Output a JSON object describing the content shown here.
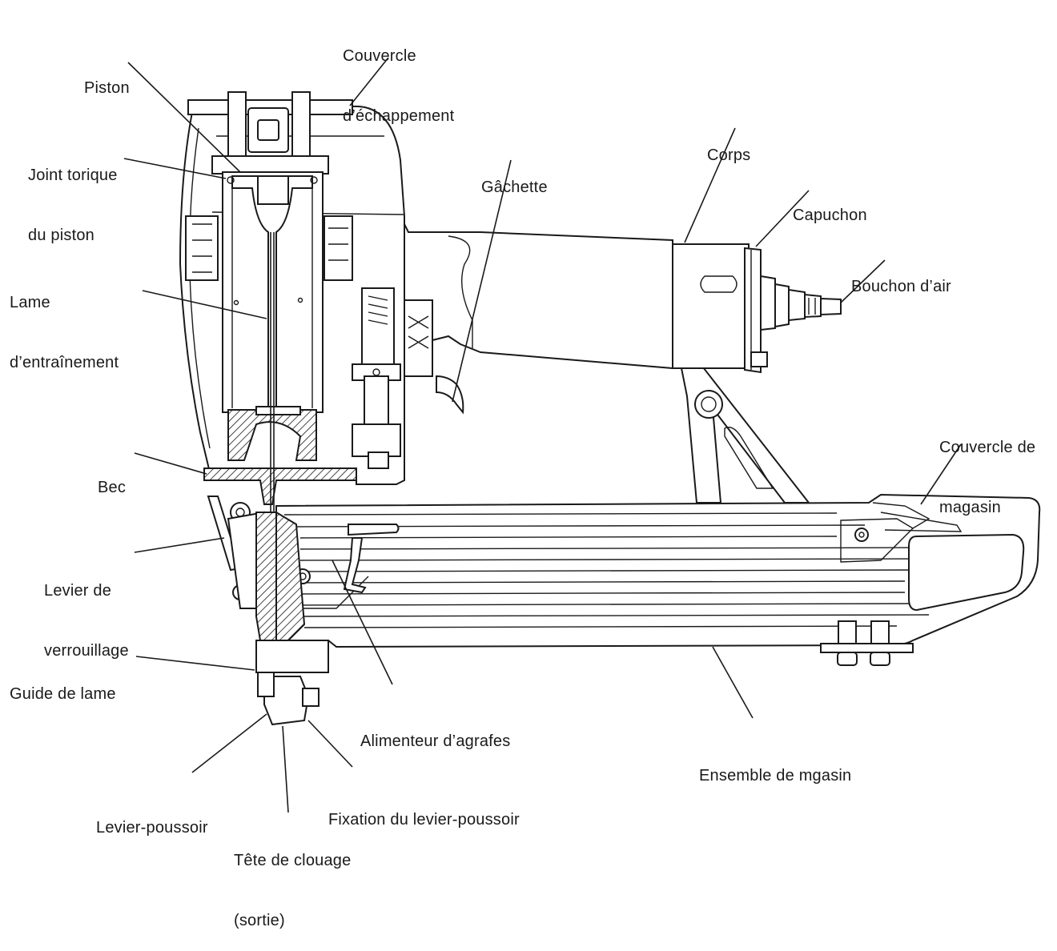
{
  "labels": {
    "couvercle_echappement": [
      "Couvercle",
      "d’échappement"
    ],
    "piston": [
      "Piston"
    ],
    "joint_torique": [
      "Joint torique",
      "du piston"
    ],
    "lame_entrainement": [
      "Lame",
      "d’entraînement"
    ],
    "bec": [
      "Bec"
    ],
    "levier_verrouillage": [
      "Levier de",
      "verrouillage"
    ],
    "guide_lame": [
      "Guide de lame"
    ],
    "levier_poussoir": [
      "Levier-poussoir"
    ],
    "tete_clouage": [
      "Tête de clouage",
      "(sortie)"
    ],
    "fixation_levier": [
      "Fixation du levier-poussoir"
    ],
    "alimenteur": [
      "Alimenteur d’agrafes"
    ],
    "ensemble_magasin": [
      "Ensemble de mgasin"
    ],
    "couvercle_magasin": [
      "Couvercle de",
      "magasin"
    ],
    "bouchon_air": [
      "Bouchon d’air"
    ],
    "capuchon": [
      "Capuchon"
    ],
    "corps": [
      "Corps"
    ],
    "gachette": [
      "Gâchette"
    ]
  },
  "colors": {
    "ink": "#1a1a1a",
    "background": "#ffffff"
  }
}
